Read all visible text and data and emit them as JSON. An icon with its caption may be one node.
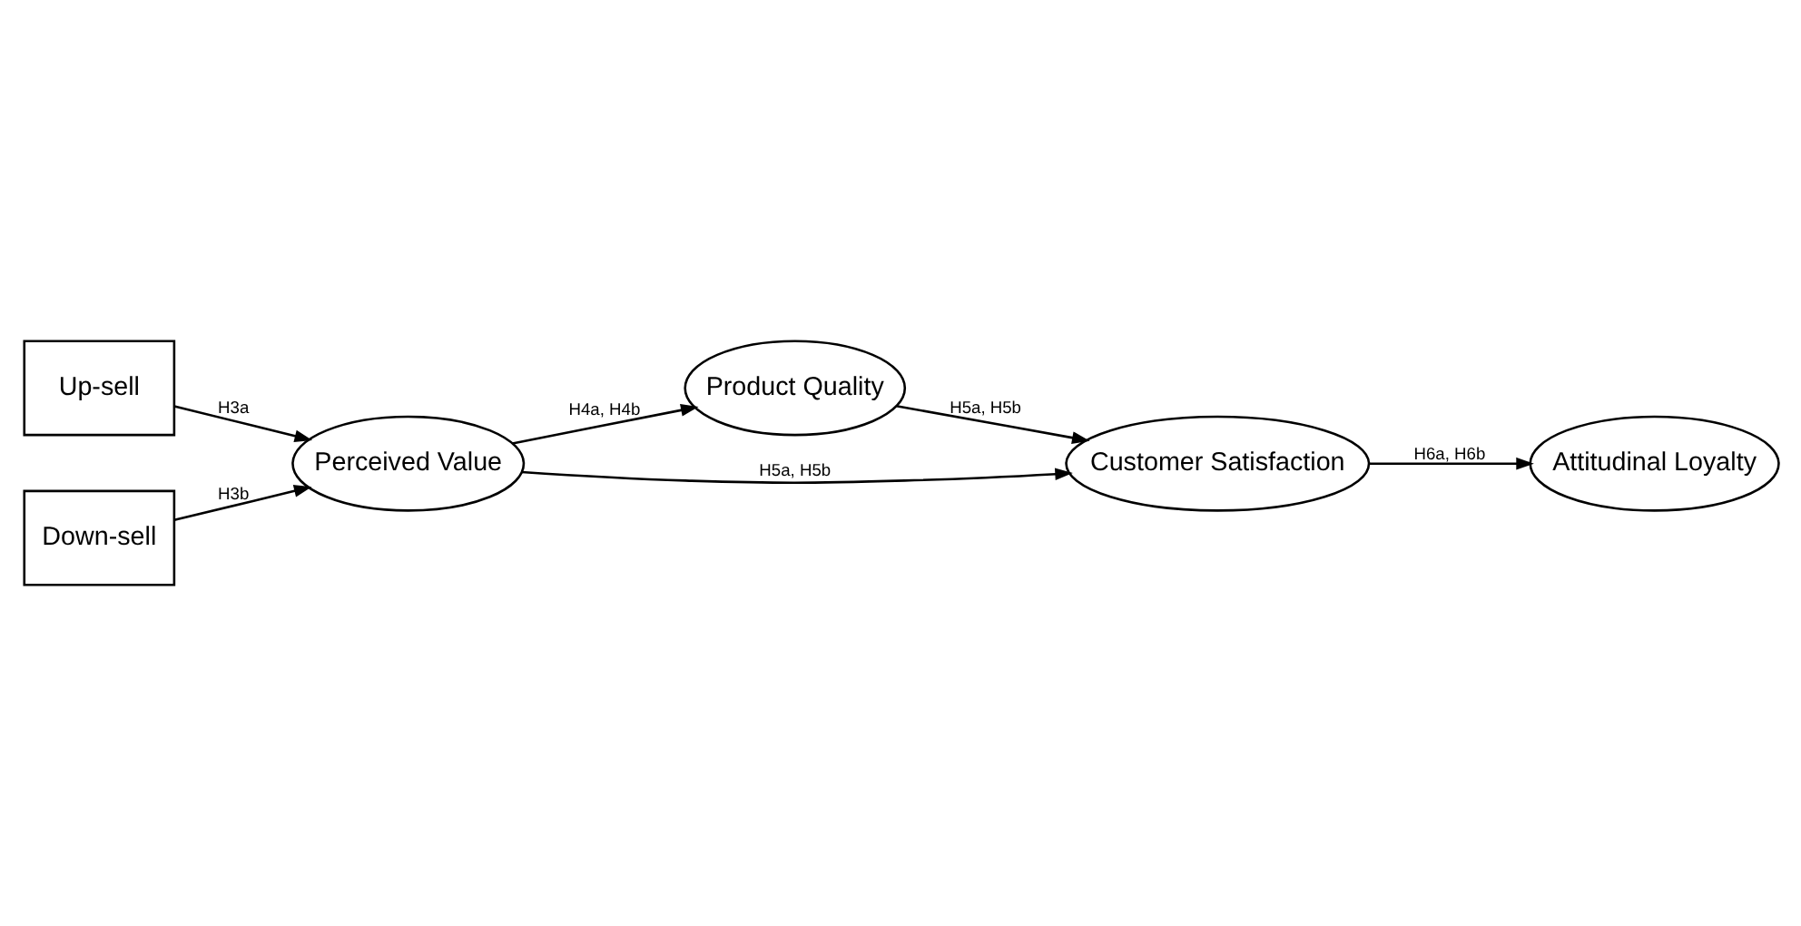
{
  "diagram": {
    "nodes": [
      {
        "text": [
          "Up-sell"
        ]
      },
      {
        "text": [
          "Down-sell"
        ]
      },
      {
        "text": [
          "Perceived Value"
        ]
      },
      {
        "text": [
          "Product Quality"
        ]
      },
      {
        "text": [
          "Customer Satisfaction"
        ]
      },
      {
        "text": [
          "Attitudinal Loyalty"
        ]
      }
    ],
    "edges": [
      {
        "from": 0,
        "to": 2,
        "arrow": "to",
        "label": "H3a"
      },
      {
        "from": 1,
        "to": 2,
        "arrow": "to",
        "label": "H3b"
      },
      {
        "from": 2,
        "to": 3,
        "arrow": "to",
        "label": "H4a, H4b"
      },
      {
        "from": 3,
        "to": 4,
        "arrow": "to",
        "label": "H5a, H5b"
      },
      {
        "from": 2,
        "to": 4,
        "arrow": "to",
        "label": "H5a, H5b"
      },
      {
        "from": 4,
        "to": 5,
        "arrow": "to",
        "label": "H6a, H6b"
      }
    ]
  }
}
